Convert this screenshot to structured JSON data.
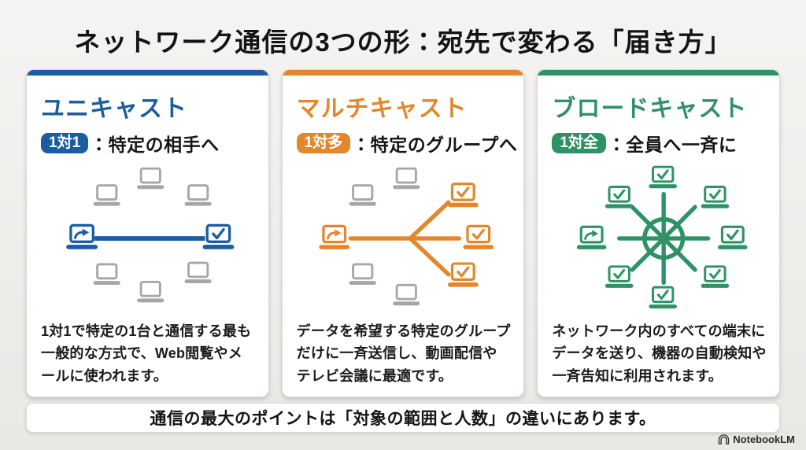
{
  "page": {
    "title": "ネットワーク通信の3つの形：宛先で変わる「届き方」",
    "footer_note": "通信の最大のポイントは「対象の範囲と人数」の違いにあります。",
    "watermark": "NotebookLM",
    "background_color": "#edecea"
  },
  "cards": [
    {
      "id": "unicast",
      "title": "ユニキャスト",
      "badge": "1対1",
      "subtitle": "：特定の相手へ",
      "description": "1対1で特定の1台と通信する最も一般的な方式で、Web閲覧やメールに使われます。",
      "accent_color": "#1b5da1",
      "diagram": "one sender laptop linked by a single line to one receiving laptop with checkmark; six idle gray laptops around"
    },
    {
      "id": "multicast",
      "title": "マルチキャスト",
      "badge": "1対多",
      "subtitle": "：特定のグループへ",
      "description": "データを希望する特定のグループだけに一斉送信し、動画配信やテレビ会議に最適です。",
      "accent_color": "#e2872b",
      "diagram": "one sender laptop with line branching to three receiving laptops with checkmarks; four idle gray laptops around"
    },
    {
      "id": "broadcast",
      "title": "ブロードキャスト",
      "badge": "1対全",
      "subtitle": "：全員へ一斉に",
      "description": "ネットワーク内のすべての端末にデータを送り、機器の自動検知や一斉告知に利用されます。",
      "accent_color": "#2e9266",
      "diagram": "central hub wheel with spokes reaching one sender laptop and seven receiving laptops with checkmarks"
    }
  ],
  "colors": {
    "idle_laptop_gray": "#a6a6a6",
    "body_text": "#1b1b1b",
    "card_background": "#ffffff"
  },
  "icons": {
    "sender": "send-arrow-laptop-icon",
    "receiver": "check-laptop-icon",
    "idle": "laptop-icon",
    "hub": "hub-wheel-icon",
    "logo": "notebooklm-logo-icon"
  }
}
